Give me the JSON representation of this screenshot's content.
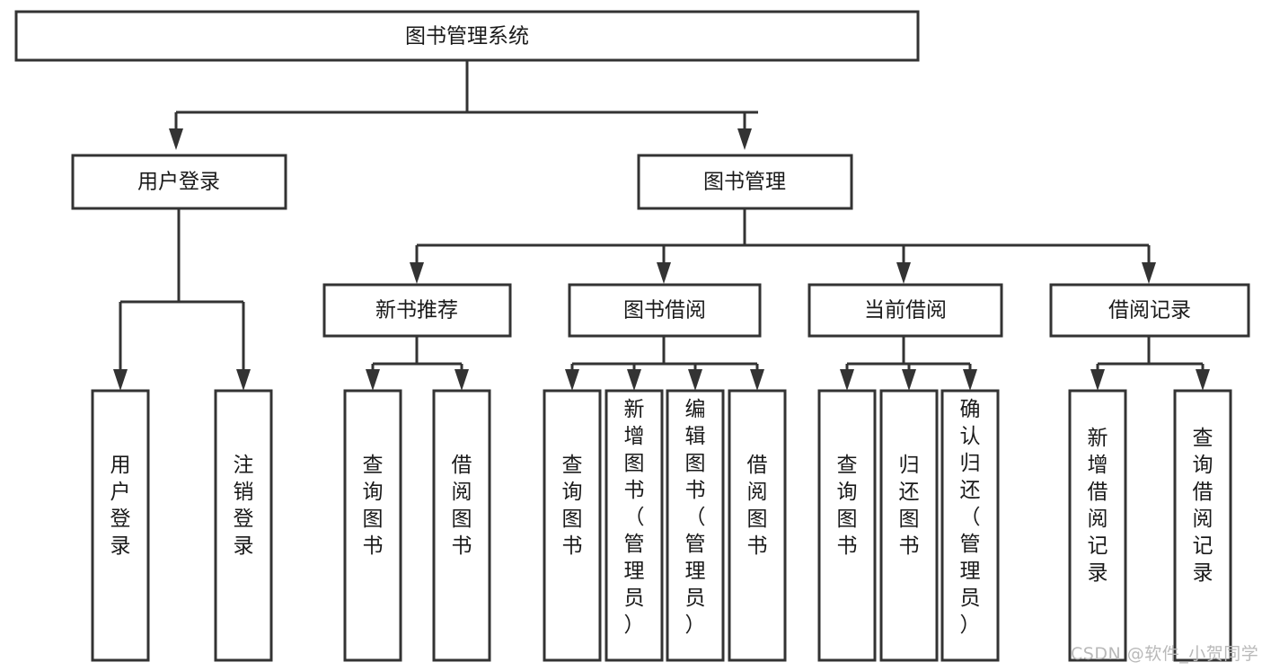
{
  "diagram": {
    "type": "tree",
    "title": "图书管理系统",
    "orientation": "top-down",
    "levels": 4,
    "colors": {
      "background": "#ffffff",
      "box_fill": "#ffffff",
      "box_stroke": "#333333",
      "text": "#1a1a1a",
      "watermark": "#b9b9b9"
    },
    "nodes": {
      "root": {
        "label": "图书管理系统"
      },
      "level2": [
        {
          "label": "用户登录"
        },
        {
          "label": "图书管理"
        }
      ],
      "level3": [
        {
          "label": "新书推荐"
        },
        {
          "label": "图书借阅"
        },
        {
          "label": "当前借阅"
        },
        {
          "label": "借阅记录"
        }
      ],
      "leaves_user_login": [
        {
          "label": "用户登录"
        },
        {
          "label": "注销登录"
        }
      ],
      "leaves_new_book": [
        {
          "label": "查询图书"
        },
        {
          "label": "借阅图书"
        }
      ],
      "leaves_borrow": [
        {
          "label": "查询图书"
        },
        {
          "label": "新增图书（管理员）"
        },
        {
          "label": "编辑图书（管理员）"
        },
        {
          "label": "借阅图书"
        }
      ],
      "leaves_current": [
        {
          "label": "查询图书"
        },
        {
          "label": "归还图书"
        },
        {
          "label": "确认归还（管理员）"
        }
      ],
      "leaves_record": [
        {
          "label": "新增借阅记录"
        },
        {
          "label": "查询借阅记录"
        }
      ]
    },
    "watermark": "CSDN @软件_小贺同学"
  }
}
